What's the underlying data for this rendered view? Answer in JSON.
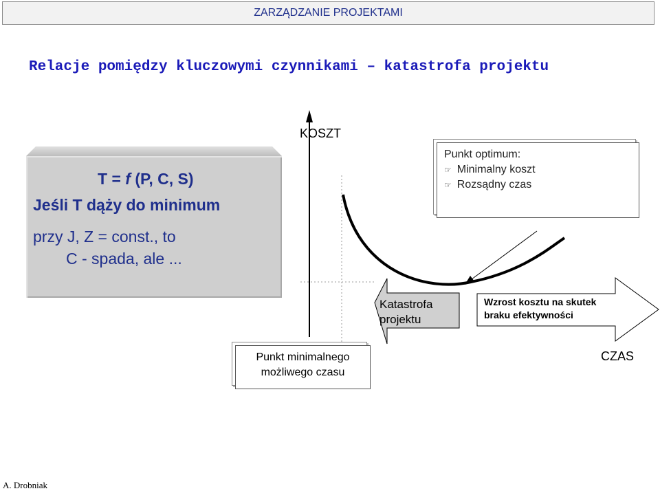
{
  "header": {
    "text": "ZARZĄDZANIE PROJEKTAMI"
  },
  "title": "Relacje pomiędzy kluczowymi czynnikami – katastrofa projektu",
  "formula": {
    "line1_a": "T = ",
    "line1_f": "f",
    "line1_b": " (P, C, S)",
    "line2": "Jeśli T dąży do minimum",
    "line3": "przy  J, Z = const., to",
    "line4": "C - spada, ale ..."
  },
  "axes": {
    "y_label": "KOSZT",
    "x_label": "CZAS"
  },
  "optimum_box": {
    "title": "Punkt optimum:",
    "items": [
      "Minimalny koszt",
      "Rozsądny czas"
    ],
    "bullet_icon": "pointing-hand-icon"
  },
  "minimal_box": {
    "line1": "Punkt minimalnego",
    "line2": "możliwego czasu"
  },
  "arrows": {
    "katastrofa": {
      "line1": "Katastrofa",
      "line2": "projektu"
    },
    "wzrost": {
      "line1": "Wzrost kosztu na skutek",
      "line2": "braku efektywności"
    }
  },
  "footer": {
    "author": "A. Drobniak"
  },
  "colors": {
    "accent": "#1f2f8c",
    "title": "#1a1ab8",
    "box_gray": "#cfcfcf",
    "arrow_left_fill": "#cccccc"
  }
}
